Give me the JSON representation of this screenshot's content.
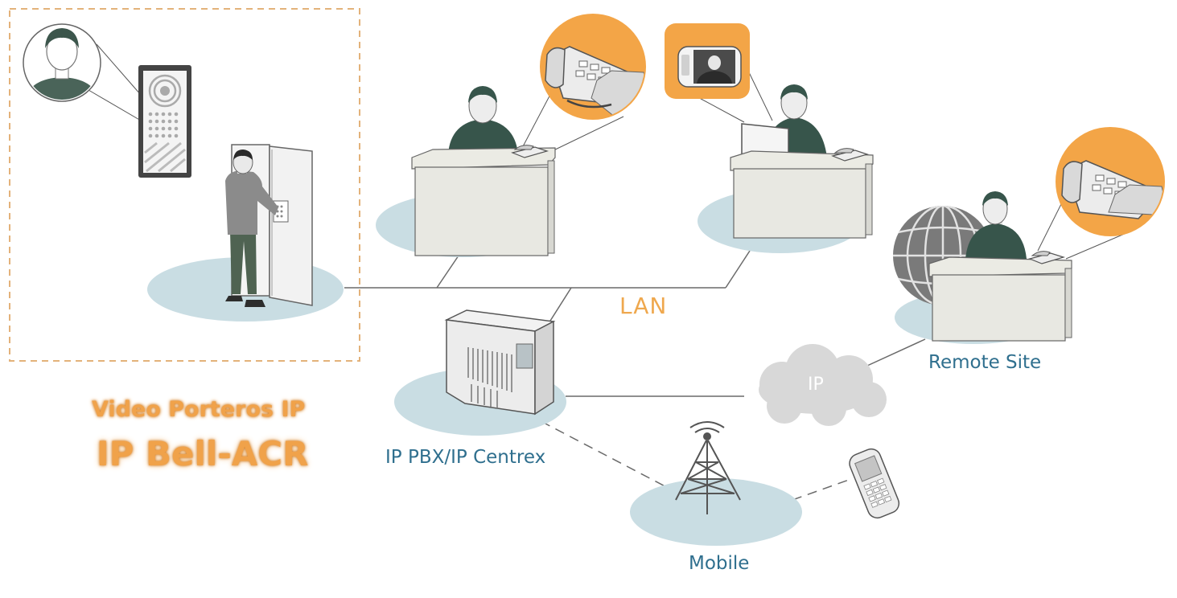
{
  "labels": {
    "lan": "LAN",
    "ip_cloud": "IP",
    "remote_site": "Remote Site",
    "pbx": "IP PBX/IP Centrex",
    "mobile": "Mobile"
  },
  "brand": {
    "line1": "Video Porteros IP",
    "line2": "IP Bell-ACR"
  },
  "colors": {
    "accent_orange": "#f3a547",
    "label_blue": "#2f6f8e",
    "floor_disc": "#c9dde3",
    "figure_dark": "#37554b",
    "cloud_gray": "#d6d6d6"
  },
  "icons": [
    "door-intercom-icon",
    "visitor-avatar-icon",
    "desk-phone-icon",
    "video-monitor-icon",
    "server-pbx-icon",
    "globe-icon",
    "cloud-icon",
    "cell-tower-icon",
    "mobile-phone-icon"
  ]
}
